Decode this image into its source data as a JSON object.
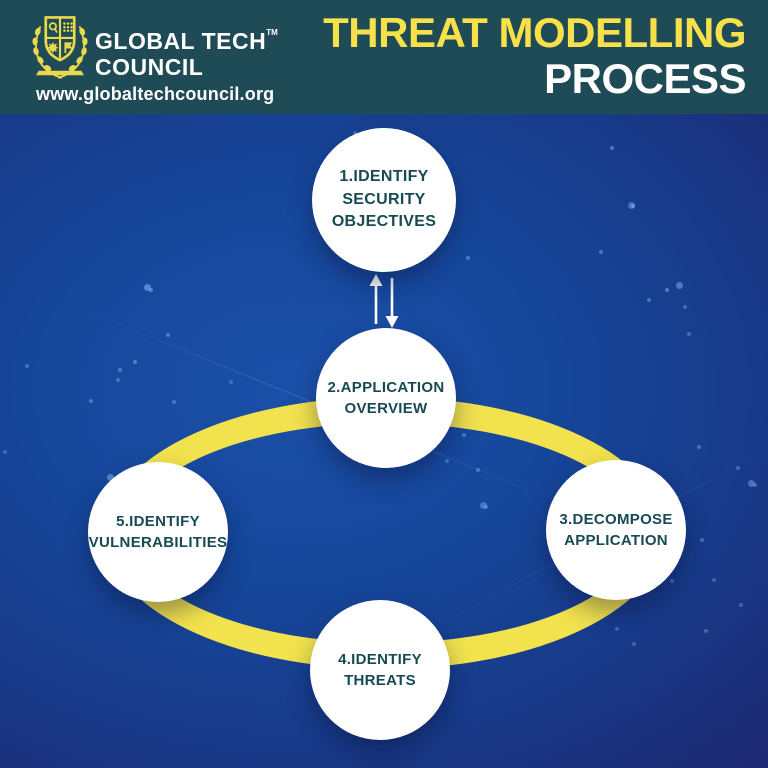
{
  "header": {
    "brand": {
      "crest_icon": "laurel-shield-crest-icon",
      "name_line1": "GLOBAL TECH",
      "name_line2": "COUNCIL",
      "trademark": "TM",
      "website": "www.globaltechcouncil.org"
    },
    "title": {
      "line1": "THREAT MODELLING",
      "line2": "PROCESS"
    }
  },
  "diagram": {
    "steps": [
      {
        "label": "1.IDENTIFY\nSECURITY\nOBJECTIVES"
      },
      {
        "label": "2.APPLICATION\nOVERVIEW"
      },
      {
        "label": "3.DECOMPOSE\nAPPLICATION"
      },
      {
        "label": "4.IDENTIFY\nTHREATS"
      },
      {
        "label": "5.IDENTIFY\nVULNERABILITIES"
      }
    ],
    "connector_icon": "double-arrow-up-down"
  },
  "colors": {
    "header_bg": "#1e4b55",
    "title_yellow": "#f8e04b",
    "title_white": "#ffffff",
    "body_blue_center": "#16479b",
    "body_blue_edge": "#1c1b5e",
    "ring_yellow": "#f2e24d",
    "circle_bg": "#ffffff",
    "circle_text": "#174a52",
    "logo_yellow": "#ecd84e"
  }
}
